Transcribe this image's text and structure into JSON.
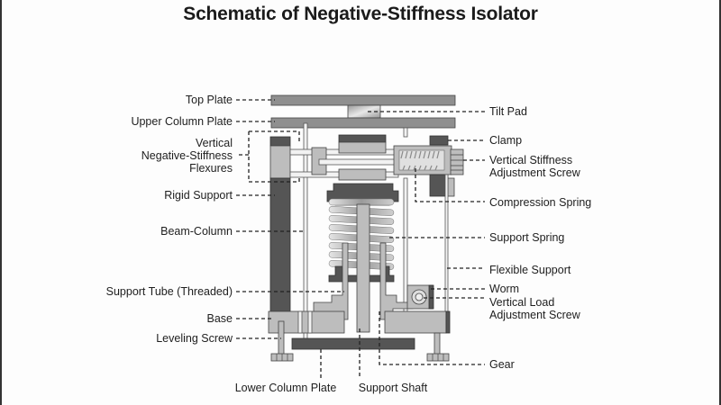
{
  "title": "Schematic of Negative-Stiffness Isolator",
  "labels": {
    "top_plate": "Top Plate",
    "upper_column_plate": "Upper Column Plate",
    "vertical_nsf_1": "Vertical",
    "vertical_nsf_2": "Negative-Stiffness",
    "vertical_nsf_3": "Flexures",
    "rigid_support": "Rigid Support",
    "beam_column": "Beam-Column",
    "support_tube": "Support Tube (Threaded)",
    "base": "Base",
    "leveling_screw": "Leveling Screw",
    "lower_column_plate": "Lower Column Plate",
    "support_shaft": "Support Shaft",
    "tilt_pad": "Tilt Pad",
    "clamp": "Clamp",
    "vsas_1": "Vertical Stiffness",
    "vsas_2": "Adjustment Screw",
    "compression_spring": "Compression Spring",
    "support_spring": "Support Spring",
    "flexible_support": "Flexible Support",
    "worm": "Worm",
    "vlas_1": "Vertical Load",
    "vlas_2": "Adjustment Screw",
    "gear": "Gear"
  }
}
